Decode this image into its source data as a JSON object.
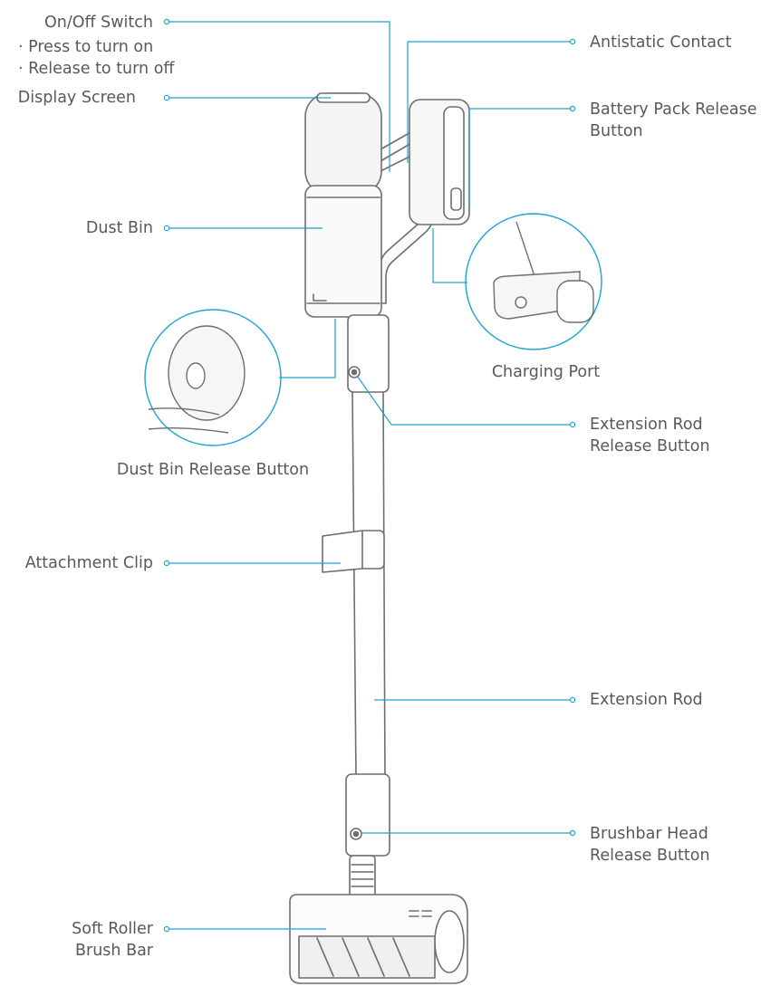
{
  "labels": {
    "on_off_switch": "On/Off Switch",
    "press_on": "· Press to turn on",
    "release_off": "· Release to turn off",
    "display_screen": "Display Screen",
    "dust_bin": "Dust Bin",
    "dust_bin_release": "Dust Bin Release Button",
    "attachment_clip": "Attachment Clip",
    "soft_roller_1": "Soft Roller",
    "soft_roller_2": "Brush Bar",
    "antistatic_contact": "Antistatic Contact",
    "battery_release_1": "Battery Pack Release",
    "battery_release_2": "Button",
    "charging_port": "Charging Port",
    "ext_rod_release_1": "Extension Rod",
    "ext_rod_release_2": "Release Button",
    "extension_rod": "Extension Rod",
    "brushbar_release_1": "Brushbar Head",
    "brushbar_release_2": "Release Button"
  },
  "colors": {
    "leader": "#1aa3d4",
    "outline": "#6e6e6e",
    "text": "#595959",
    "shade": "#eeeeee"
  }
}
